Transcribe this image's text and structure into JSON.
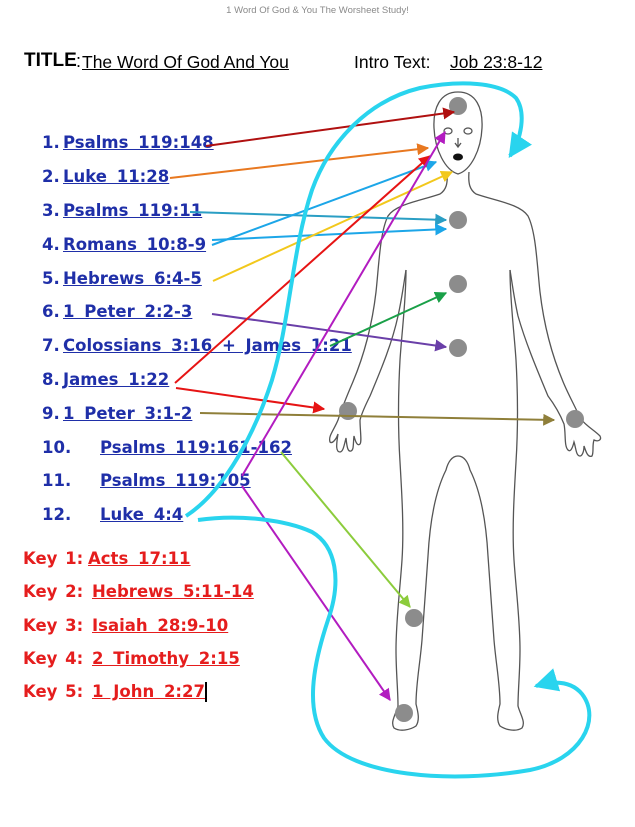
{
  "header": {
    "note": "1 Word Of God & You The Worsheet Study!"
  },
  "title": {
    "label": "TITLE",
    "colon": ":",
    "value": "The Word Of God And You",
    "intro_label": "Intro Text:",
    "intro_value": "Job 23:8-12"
  },
  "verses": [
    {
      "num": "1.",
      "ref": "Psalms 119:148"
    },
    {
      "num": "2.",
      "ref": "Luke 11:28"
    },
    {
      "num": "3.",
      "ref": "Psalms 119:11"
    },
    {
      "num": "4.",
      "ref": "Romans 10:8-9"
    },
    {
      "num": "5.",
      "ref": "Hebrews 6:4-5"
    },
    {
      "num": "6.",
      "ref": "1 Peter 2:2-3"
    },
    {
      "num": "7.",
      "ref": "Colossians 3:16 + James 1:21"
    },
    {
      "num": "8.",
      "ref": "James 1:22"
    },
    {
      "num": "9.",
      "ref": "1 Peter 3:1-2"
    },
    {
      "num": "10.",
      "ref": "Psalms 119:161-162"
    },
    {
      "num": "11.",
      "ref": "Psalms 119:105"
    },
    {
      "num": "12.",
      "ref": "Luke 4:4"
    }
  ],
  "keys": [
    {
      "label": "Key 1:",
      "ref": "Acts 17:11"
    },
    {
      "label": "Key 2:",
      "ref": "Hebrews 5:11-14"
    },
    {
      "label": "Key 3:",
      "ref": "Isaiah 28:9-10"
    },
    {
      "label": "Key 4:",
      "ref": "2 Timothy 2:15"
    },
    {
      "label": "Key 5:",
      "ref": "1 John 2:27"
    }
  ],
  "colors": {
    "verse_text": "#1f2fa8",
    "key_text": "#e51d1d",
    "body_outline": "#555555",
    "point_marker": "#8c8c8c",
    "swirl": "#29d4ee",
    "arrow_1": "#b01010",
    "arrow_2": "#e87820",
    "arrow_3": "#2a9ec4",
    "arrow_4": "#1ca6e8",
    "arrow_5": "#f2c81c",
    "arrow_6": "#6a3fa8",
    "arrow_7": "#1aa048",
    "arrow_8": "#e61414",
    "arrow_9": "#8f7f3a",
    "arrow_10": "#8ccc3c",
    "arrow_11": "#b21cc0",
    "arrow_12": "#b21cc0"
  },
  "icons": {
    "body": "human-body-outline-icon",
    "marker": "grey-dot-icon"
  }
}
